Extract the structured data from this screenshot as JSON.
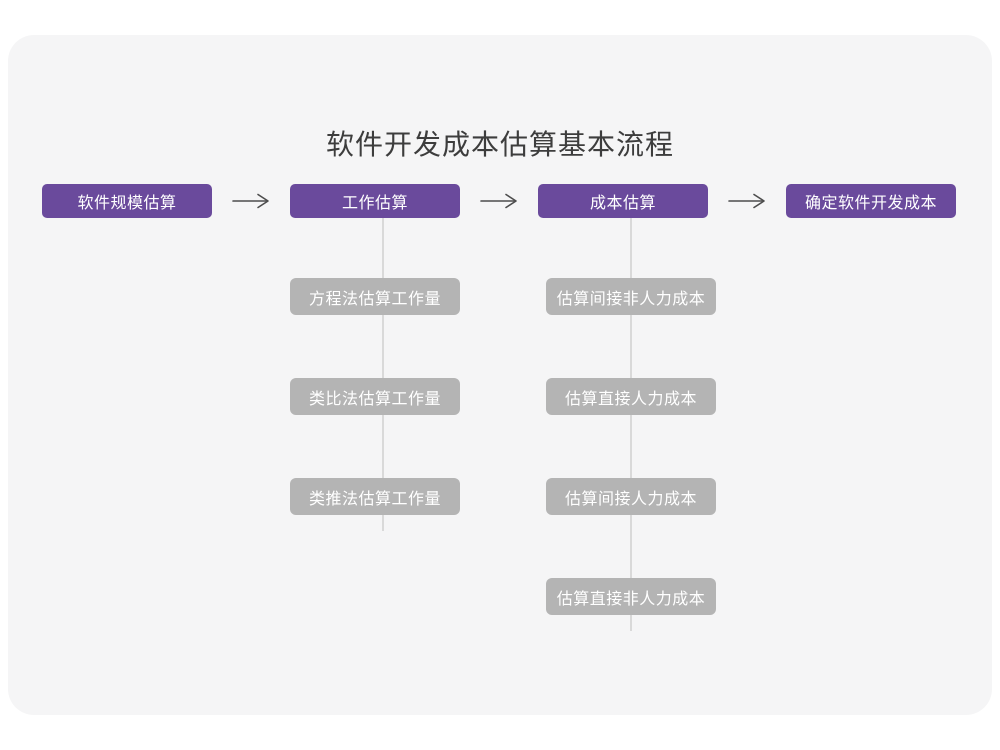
{
  "title": "软件开发成本估算基本流程",
  "colors": {
    "page_background": "#ffffff",
    "card_background": "#f5f5f6",
    "primary_node": "#6a4a9c",
    "secondary_node": "#b4b4b4",
    "connector_line": "#d9d9d9",
    "arrow": "#4d4d4d",
    "node_text": "#ffffff",
    "title_text": "#3d3d3d"
  },
  "flow": {
    "steps": [
      {
        "id": "software-scale-estimation",
        "label": "软件规模估算",
        "children": []
      },
      {
        "id": "work-estimation",
        "label": "工作估算",
        "children": [
          {
            "label": "方程法估算工作量"
          },
          {
            "label": "类比法估算工作量"
          },
          {
            "label": "类推法估算工作量"
          }
        ]
      },
      {
        "id": "cost-estimation",
        "label": "成本估算",
        "children": [
          {
            "label": "估算间接非人力成本"
          },
          {
            "label": "估算直接人力成本"
          },
          {
            "label": "估算间接人力成本"
          },
          {
            "label": "估算直接非人力成本"
          }
        ]
      },
      {
        "id": "determine-software-development-cost",
        "label": "确定软件开发成本",
        "children": []
      }
    ]
  }
}
